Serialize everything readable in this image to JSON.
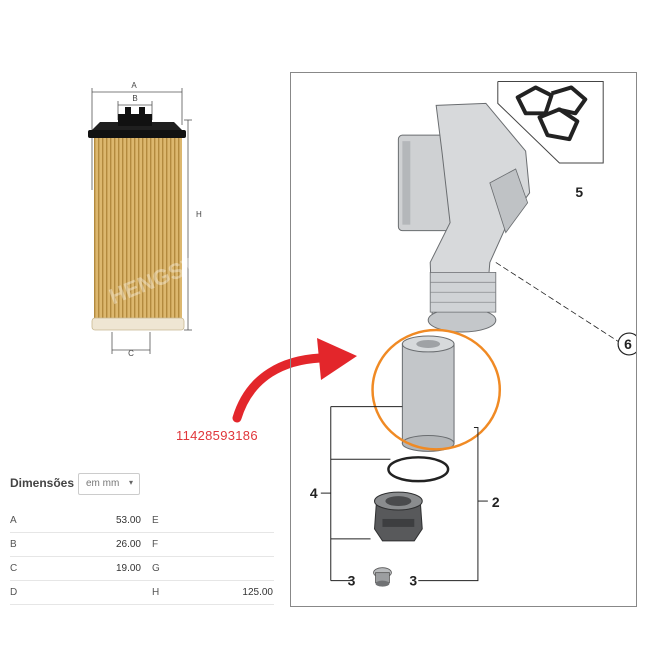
{
  "filter_figure": {
    "dim_labels": {
      "a": "A",
      "b": "B",
      "c": "C",
      "h": "H"
    },
    "brand_watermark": "HENGST"
  },
  "part_number": "11428593186",
  "dimensions": {
    "title": "Dimensões",
    "unit_select": {
      "value": "em mm"
    },
    "rows": [
      {
        "k1": "A",
        "v1": "53.00",
        "k2": "E",
        "v2": ""
      },
      {
        "k1": "B",
        "v1": "26.00",
        "k2": "F",
        "v2": ""
      },
      {
        "k1": "C",
        "v1": "19.00",
        "k2": "G",
        "v2": ""
      },
      {
        "k1": "D",
        "v1": "",
        "k2": "H",
        "v2": "125.00"
      }
    ]
  },
  "diagram": {
    "callouts": {
      "c2": "2",
      "c3a": "3",
      "c3b": "3",
      "c4": "4",
      "c5": "5",
      "c6": "6"
    }
  },
  "colors": {
    "highlight": "#f08a24",
    "arrow": "#e3262b",
    "part_code": "#e0363a",
    "filter_media": "#d9b46a"
  }
}
